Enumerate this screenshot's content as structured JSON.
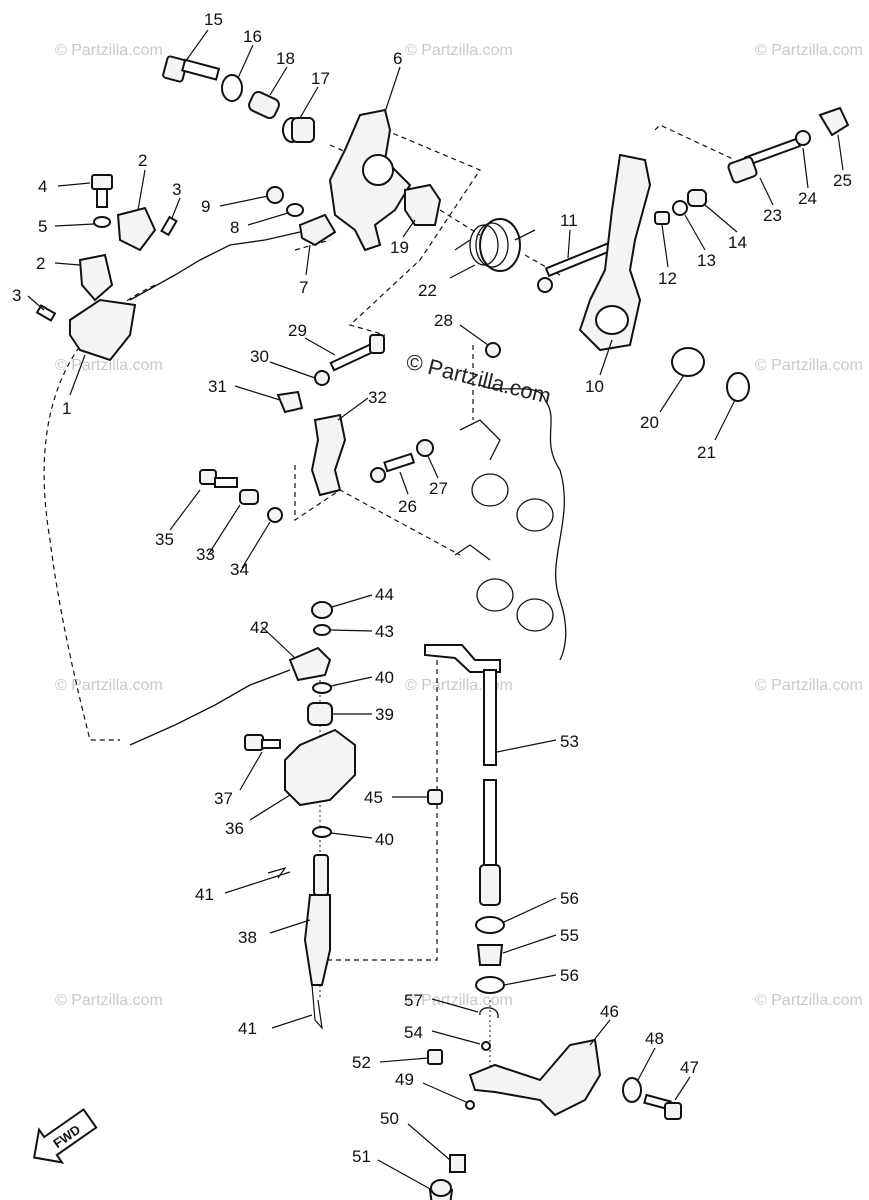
{
  "watermark": {
    "text": "© Partzilla.com",
    "center_text": "© Partzilla.com"
  },
  "badge": {
    "fwd_label": "FWD"
  },
  "callouts": [
    "15",
    "16",
    "18",
    "17",
    "6",
    "2",
    "4",
    "3",
    "5",
    "9",
    "8",
    "2",
    "3",
    "7",
    "19",
    "22",
    "11",
    "12",
    "13",
    "14",
    "23",
    "24",
    "25",
    "1",
    "29",
    "28",
    "30",
    "31",
    "32",
    "10",
    "20",
    "21",
    "26",
    "27",
    "35",
    "33",
    "34",
    "44",
    "43",
    "42",
    "40",
    "39",
    "53",
    "37",
    "45",
    "36",
    "40",
    "41",
    "38",
    "56",
    "55",
    "56",
    "57",
    "54",
    "46",
    "48",
    "47",
    "52",
    "49",
    "50",
    "51",
    "41"
  ]
}
